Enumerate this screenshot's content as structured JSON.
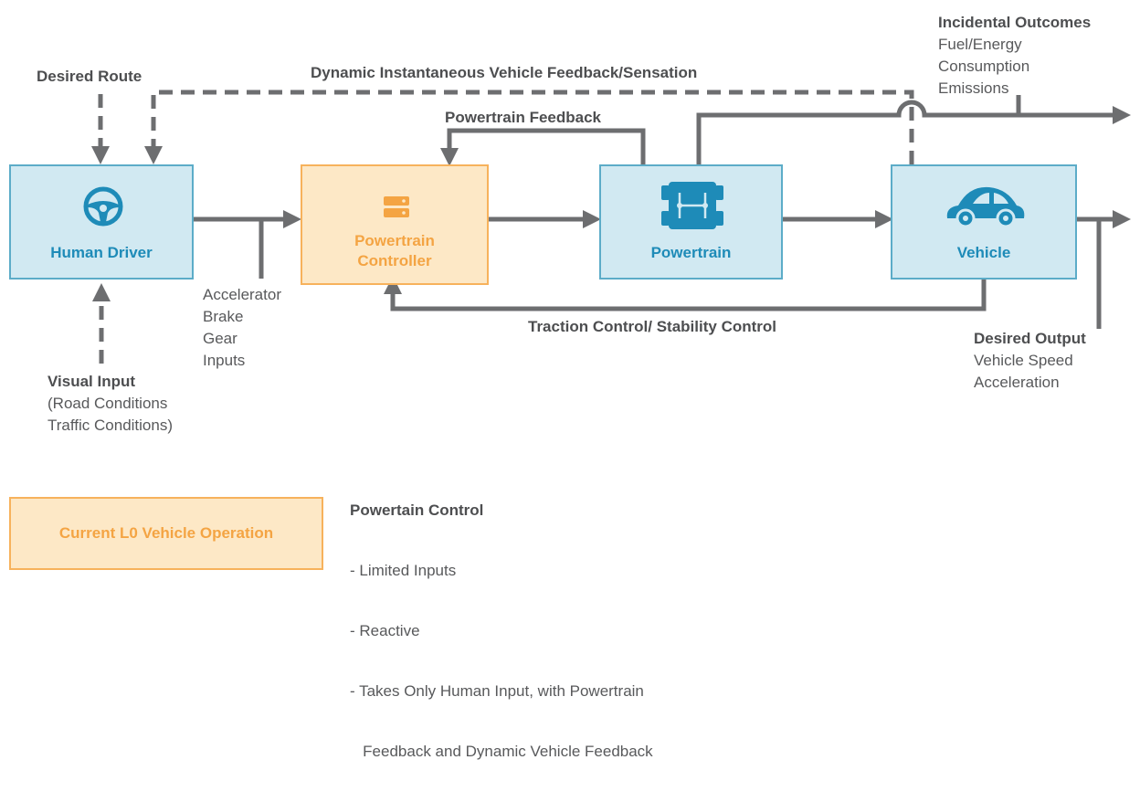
{
  "colors": {
    "line": "#6d6e70",
    "box_fill": "#d1e9f2",
    "box_border": "#5cacc8",
    "box_text": "#1e8bb8",
    "controller_fill": "#fde8c6",
    "controller_border": "#f7b25c",
    "controller_text": "#f4a443",
    "text": "#58595b"
  },
  "boxes": {
    "human_driver": "Human Driver",
    "controller_line1": "Powertrain",
    "controller_line2": "Controller",
    "powertrain": "Powertrain",
    "vehicle": "Vehicle"
  },
  "icons": {
    "human_driver": "steering-wheel-icon",
    "controller": "server-icon",
    "powertrain": "chassis-icon",
    "vehicle": "car-icon"
  },
  "labels": {
    "desired_route": "Desired Route",
    "dynamic_feedback": "Dynamic Instantaneous Vehicle Feedback/Sensation",
    "powertrain_feedback": "Powertrain Feedback",
    "traction_control": "Traction Control/ Stability Control",
    "incidental_title": "Incidental Outcomes",
    "incidental_items": [
      "Fuel/Energy",
      "Consumption",
      "Emissions"
    ],
    "driver_inputs": [
      "Accelerator",
      "Brake",
      "Gear",
      "Inputs"
    ],
    "visual_title": "Visual Input",
    "visual_items": [
      "(Road Conditions",
      "Traffic Conditions)"
    ],
    "desired_output_title": "Desired Output",
    "desired_output_items": [
      "Vehicle Speed",
      "Acceleration"
    ]
  },
  "legend": {
    "box_label": "Current L0 Vehicle Operation",
    "title": "Powertain Control",
    "bullets": [
      "- Limited Inputs",
      "- Reactive",
      "- Takes Only Human Input, with Powertrain",
      "   Feedback and Dynamic Vehicle Feedback"
    ]
  }
}
